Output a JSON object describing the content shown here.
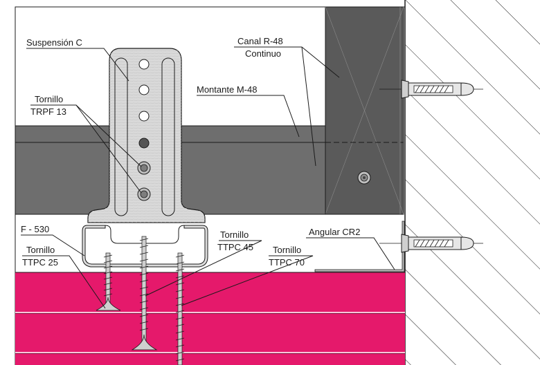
{
  "labels": {
    "suspension": "Suspensión C",
    "tornillo_trpf_1": "Tornillo",
    "tornillo_trpf_2": "TRPF 13",
    "canal_1": "Canal R-48",
    "canal_2": "Continuo",
    "montante": "Montante M-48",
    "f530": "F - 530",
    "tornillo_ttpc25_1": "Tornillo",
    "tornillo_ttpc25_2": "TTPC 25",
    "tornillo_ttpc45_1": "Tornillo",
    "tornillo_ttpc45_2": "TTPC 45",
    "tornillo_ttpc70_1": "Tornillo",
    "tornillo_ttpc70_2": "TTPC 70",
    "angular": "Angular CR2"
  },
  "colors": {
    "board": "#e5196b",
    "profile": "#6e6e6e",
    "profile_dark": "#5a5a5a",
    "metal": "#d9d9d9",
    "line": "#1a1a1a"
  }
}
